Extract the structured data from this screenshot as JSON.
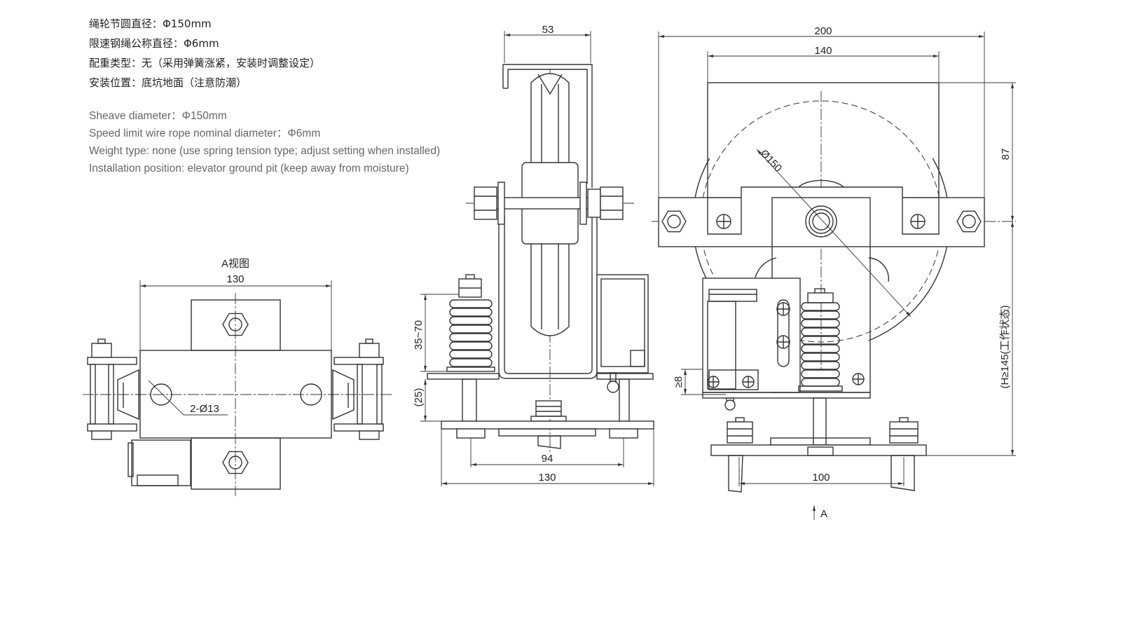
{
  "specs_zh": [
    "绳轮节圆直径：Φ150mm",
    "限速钢绳公称直径：Φ6mm",
    "配重类型：无（采用弹簧涨紧，安装时调整设定）",
    "安装位置：底坑地面（注意防潮）"
  ],
  "specs_en": [
    "Sheave diameter：Φ150mm",
    "Speed limit wire rope nominal diameter：Φ6mm",
    "Weight type: none (use spring tension type; adjust setting when installed)",
    "Installation position: elevator ground pit (keep away from moisture)"
  ],
  "view_a": {
    "title": "A视图",
    "width_dim": "130",
    "hole_label": "2-Ø13"
  },
  "side_view": {
    "top_width_dim": "53",
    "spring_range_dim": "35~70",
    "base_gap_dim": "(25)",
    "bolt_spacing_dim": "94",
    "base_width_dim": "130"
  },
  "front_view": {
    "overall_width_dim": "200",
    "bracket_width_dim": "140",
    "sheave_dim": "Ø150",
    "axle_height_dim": "87",
    "working_height_dim": "(H≥145(工作状态)",
    "clearance_dim": "≥8",
    "bolt_spacing_dim": "100",
    "view_arrow_label": "A"
  },
  "colors": {
    "line": "#333333",
    "text": "#222222",
    "text_secondary": "#666666"
  }
}
